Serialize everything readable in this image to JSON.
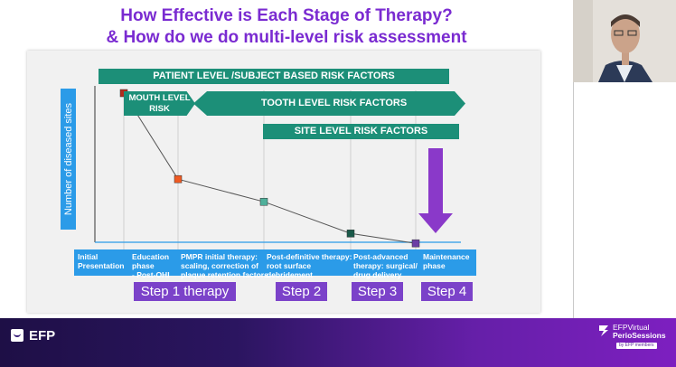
{
  "slide": {
    "title_line1": "How Effective is Each Stage of Therapy?",
    "title_line2": "& How do we do multi-level risk assessment",
    "banners": {
      "patient": "PATIENT LEVEL /SUBJECT BASED RISK FACTORS",
      "mouth": "MOUTH LEVEL\nRISK",
      "tooth": "TOOTH LEVEL RISK FACTORS",
      "site": "SITE LEVEL RISK FACTORS"
    },
    "y_axis_label": "Number of diseased sites",
    "phases": [
      "Initial\nPresentation",
      "Education\nphase\n- Post-OHI",
      "PMPR initial therapy:\nscaling, correction of\nplaque retention factors",
      "Post-definitive therapy:\nroot surface\ndebridement",
      "Post-advanced\ntherapy: surgical/\ndrug delivery",
      "Maintenance\nphase"
    ],
    "steps": [
      "Step 1 therapy",
      "Step 2",
      "Step 3",
      "Step 4"
    ],
    "colors": {
      "title": "#7a2bd1",
      "banner": "#1c8f78",
      "phase_bar": "#2b9be8",
      "step": "#7b42c9",
      "arrow": "#8a39c9"
    }
  },
  "chart_data": {
    "type": "line",
    "categories": [
      "Initial Presentation",
      "Education phase - Post-OHI",
      "PMPR initial therapy",
      "Post-definitive therapy",
      "Post-advanced therapy",
      "Maintenance phase"
    ],
    "values": [
      100,
      43,
      28,
      7,
      0.5
    ],
    "x_positions_label": "phase index",
    "ylabel": "Number of diseased sites",
    "ylim": [
      0,
      100
    ],
    "marker_colors": [
      "#b52a1b",
      "#ef5a23",
      "#4fb09b",
      "#1a5a4a",
      "#6c3fa5"
    ],
    "grid": false
  },
  "footer": {
    "brand": "EFP",
    "sessions_line1": "EFPVirtual",
    "sessions_line2": "PerioSessions",
    "sessions_badge": "by EFP members"
  }
}
